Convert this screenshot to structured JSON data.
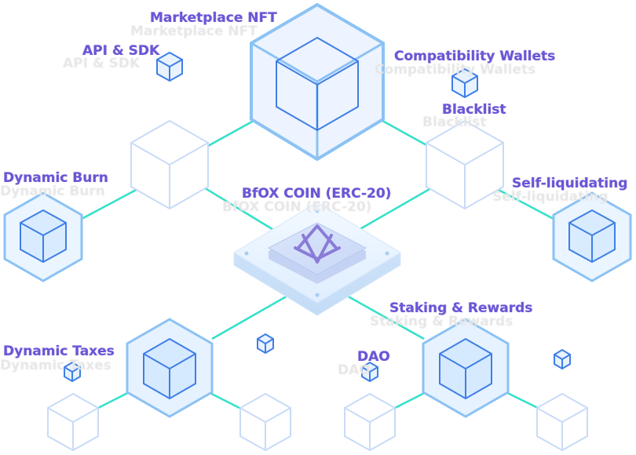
{
  "labels": {
    "marketplace": "Marketplace NFT",
    "api": "API & SDK",
    "wallets": "Compatibility Wallets",
    "blacklist": "Blacklist",
    "burn": "Dynamic Burn",
    "coin": "BfOX  COIN (ERC-20)",
    "liquidating": "Self-liquidating",
    "staking": "Staking & Rewards",
    "taxes": "Dynamic Taxes",
    "dao": "DAO"
  },
  "colors": {
    "label": "#6a55d6",
    "label_shadow": "#e6e6e6",
    "cube_light": "#cfe1f7",
    "cube_mid": "#8cc2f4",
    "cube_dark": "#3f7fe6",
    "connector": "#34e0c9",
    "chip_face": "#e8f3ff",
    "logo": "#8a7bd8"
  },
  "icons": {
    "central": "bfox-logo-icon",
    "small": "small-cube-icon"
  }
}
